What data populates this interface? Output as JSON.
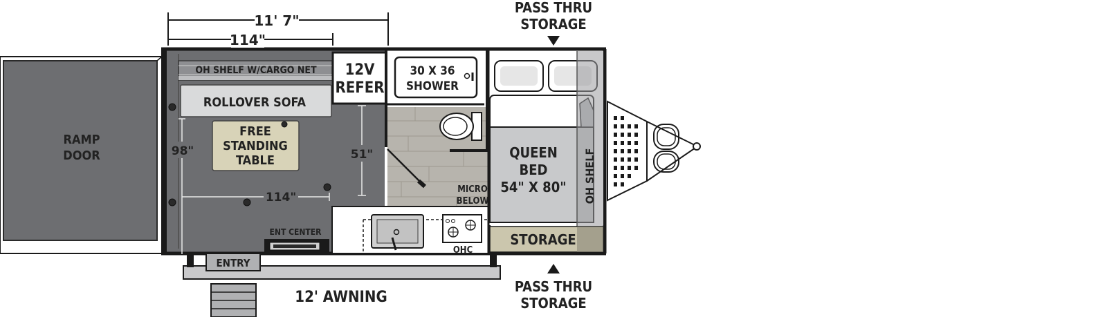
{
  "dimensions": {
    "overall_length": "11' 7\"",
    "interior_length": "114\"",
    "interior_width": "98\"",
    "width_aisle": "51\"",
    "floor_length": "114\""
  },
  "labels": {
    "ramp_door": [
      "RAMP",
      "DOOR"
    ],
    "oh_shelf_cargo": "OH SHELF W/CARGO NET",
    "rollover_sofa": "ROLLOVER SOFA",
    "table": [
      "FREE",
      "STANDING",
      "TABLE"
    ],
    "refer": [
      "12V",
      "REFER"
    ],
    "shower": [
      "30 X 36",
      "SHOWER"
    ],
    "micro": [
      "MICRO",
      "BELOW"
    ],
    "bed": [
      "QUEEN",
      "BED",
      "54\" X 80\""
    ],
    "oh_shelf": "OH SHELF",
    "storage": "STORAGE",
    "ent_center": "ENT CENTER",
    "ohc": "OHC",
    "entry": "ENTRY",
    "awning": "12' AWNING",
    "pass_thru_top": [
      "PASS THRU",
      "STORAGE"
    ],
    "pass_thru_bottom": [
      "PASS THRU",
      "STORAGE"
    ]
  },
  "colors": {
    "floor": "#6d6e71",
    "wall": "#1a1a1a",
    "sofa": "#d9dadb",
    "table": "#d8d3b8",
    "storage": "#cbc6ad",
    "wood": "#b7b4ad",
    "bed": "#c8c9cb"
  }
}
